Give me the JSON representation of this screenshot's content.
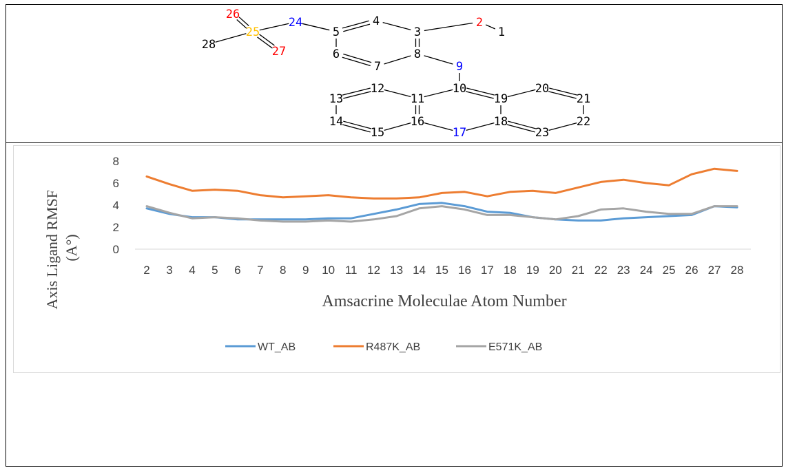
{
  "molecule": {
    "atoms": [
      {
        "id": "1",
        "label": "1",
        "color": "#000000"
      },
      {
        "id": "2",
        "label": "2",
        "color": "#ff0000"
      },
      {
        "id": "3",
        "label": "3",
        "color": "#000000"
      },
      {
        "id": "4",
        "label": "4",
        "color": "#000000"
      },
      {
        "id": "5",
        "label": "5",
        "color": "#000000"
      },
      {
        "id": "6",
        "label": "6",
        "color": "#000000"
      },
      {
        "id": "7",
        "label": "7",
        "color": "#000000"
      },
      {
        "id": "8",
        "label": "8",
        "color": "#000000"
      },
      {
        "id": "9",
        "label": "9",
        "color": "#0000ff"
      },
      {
        "id": "10",
        "label": "10",
        "color": "#000000"
      },
      {
        "id": "11",
        "label": "11",
        "color": "#000000"
      },
      {
        "id": "12",
        "label": "12",
        "color": "#000000"
      },
      {
        "id": "13",
        "label": "13",
        "color": "#000000"
      },
      {
        "id": "14",
        "label": "14",
        "color": "#000000"
      },
      {
        "id": "15",
        "label": "15",
        "color": "#000000"
      },
      {
        "id": "16",
        "label": "16",
        "color": "#000000"
      },
      {
        "id": "17",
        "label": "17",
        "color": "#0000ff"
      },
      {
        "id": "18",
        "label": "18",
        "color": "#000000"
      },
      {
        "id": "19",
        "label": "19",
        "color": "#000000"
      },
      {
        "id": "20",
        "label": "20",
        "color": "#000000"
      },
      {
        "id": "21",
        "label": "21",
        "color": "#000000"
      },
      {
        "id": "22",
        "label": "22",
        "color": "#000000"
      },
      {
        "id": "23",
        "label": "23",
        "color": "#000000"
      },
      {
        "id": "24",
        "label": "24",
        "color": "#0000ff"
      },
      {
        "id": "25",
        "label": "25",
        "color": "#ffc000"
      },
      {
        "id": "26",
        "label": "26",
        "color": "#ff0000"
      },
      {
        "id": "27",
        "label": "27",
        "color": "#ff0000"
      },
      {
        "id": "28",
        "label": "28",
        "color": "#000000"
      }
    ],
    "bonds": [
      [
        "1",
        "2",
        1
      ],
      [
        "2",
        "3",
        1
      ],
      [
        "3",
        "4",
        1
      ],
      [
        "4",
        "5",
        2
      ],
      [
        "3",
        "8",
        2
      ],
      [
        "5",
        "6",
        1
      ],
      [
        "6",
        "7",
        2
      ],
      [
        "7",
        "8",
        1
      ],
      [
        "8",
        "9",
        1
      ],
      [
        "9",
        "10",
        1
      ],
      [
        "10",
        "11",
        1
      ],
      [
        "10",
        "19",
        2
      ],
      [
        "11",
        "12",
        1
      ],
      [
        "12",
        "13",
        2
      ],
      [
        "13",
        "14",
        1
      ],
      [
        "14",
        "15",
        2
      ],
      [
        "15",
        "16",
        1
      ],
      [
        "16",
        "11",
        2
      ],
      [
        "16",
        "17",
        1
      ],
      [
        "17",
        "18",
        1
      ],
      [
        "18",
        "19",
        1
      ],
      [
        "19",
        "20",
        1
      ],
      [
        "20",
        "21",
        2
      ],
      [
        "21",
        "22",
        1
      ],
      [
        "22",
        "23",
        1
      ],
      [
        "23",
        "18",
        2
      ],
      [
        "5",
        "24",
        1
      ],
      [
        "24",
        "25",
        1
      ],
      [
        "25",
        "26",
        2
      ],
      [
        "25",
        "27",
        2
      ],
      [
        "25",
        "28",
        1
      ]
    ]
  },
  "chart_data": {
    "type": "line",
    "title": "",
    "xlabel": "Amsacrine Moleculae Atom Number",
    "ylabel": "Axis Ligand RMSF (A°)",
    "ylabel_lines": [
      "Axis Ligand RMSF",
      "(A°)"
    ],
    "x": [
      2,
      3,
      4,
      5,
      6,
      7,
      8,
      9,
      10,
      11,
      12,
      13,
      14,
      15,
      16,
      17,
      18,
      19,
      20,
      21,
      22,
      23,
      24,
      25,
      26,
      27,
      28
    ],
    "ylim": [
      0,
      8
    ],
    "yticks": [
      0,
      2,
      4,
      6,
      8
    ],
    "grid": false,
    "legend_position": "bottom",
    "series": [
      {
        "name": "WT_AB",
        "color": "#5b9bd5",
        "values": [
          3.7,
          3.2,
          2.9,
          2.9,
          2.7,
          2.7,
          2.7,
          2.7,
          2.8,
          2.8,
          3.2,
          3.6,
          4.1,
          4.2,
          3.9,
          3.4,
          3.3,
          2.9,
          2.7,
          2.6,
          2.6,
          2.8,
          2.9,
          3.0,
          3.1,
          3.9,
          3.8
        ]
      },
      {
        "name": "R487K_AB",
        "color": "#ed7d31",
        "values": [
          6.6,
          5.9,
          5.3,
          5.4,
          5.3,
          4.9,
          4.7,
          4.8,
          4.9,
          4.7,
          4.6,
          4.6,
          4.7,
          5.1,
          5.2,
          4.8,
          5.2,
          5.3,
          5.1,
          5.6,
          6.1,
          6.3,
          6.0,
          5.8,
          6.8,
          7.3,
          7.1
        ]
      },
      {
        "name": "E571K_AB",
        "color": "#a5a5a5",
        "values": [
          3.9,
          3.3,
          2.8,
          2.9,
          2.8,
          2.6,
          2.5,
          2.5,
          2.6,
          2.5,
          2.7,
          3.0,
          3.7,
          3.9,
          3.6,
          3.1,
          3.1,
          2.9,
          2.7,
          3.0,
          3.6,
          3.7,
          3.4,
          3.2,
          3.2,
          3.9,
          3.9
        ]
      }
    ]
  }
}
